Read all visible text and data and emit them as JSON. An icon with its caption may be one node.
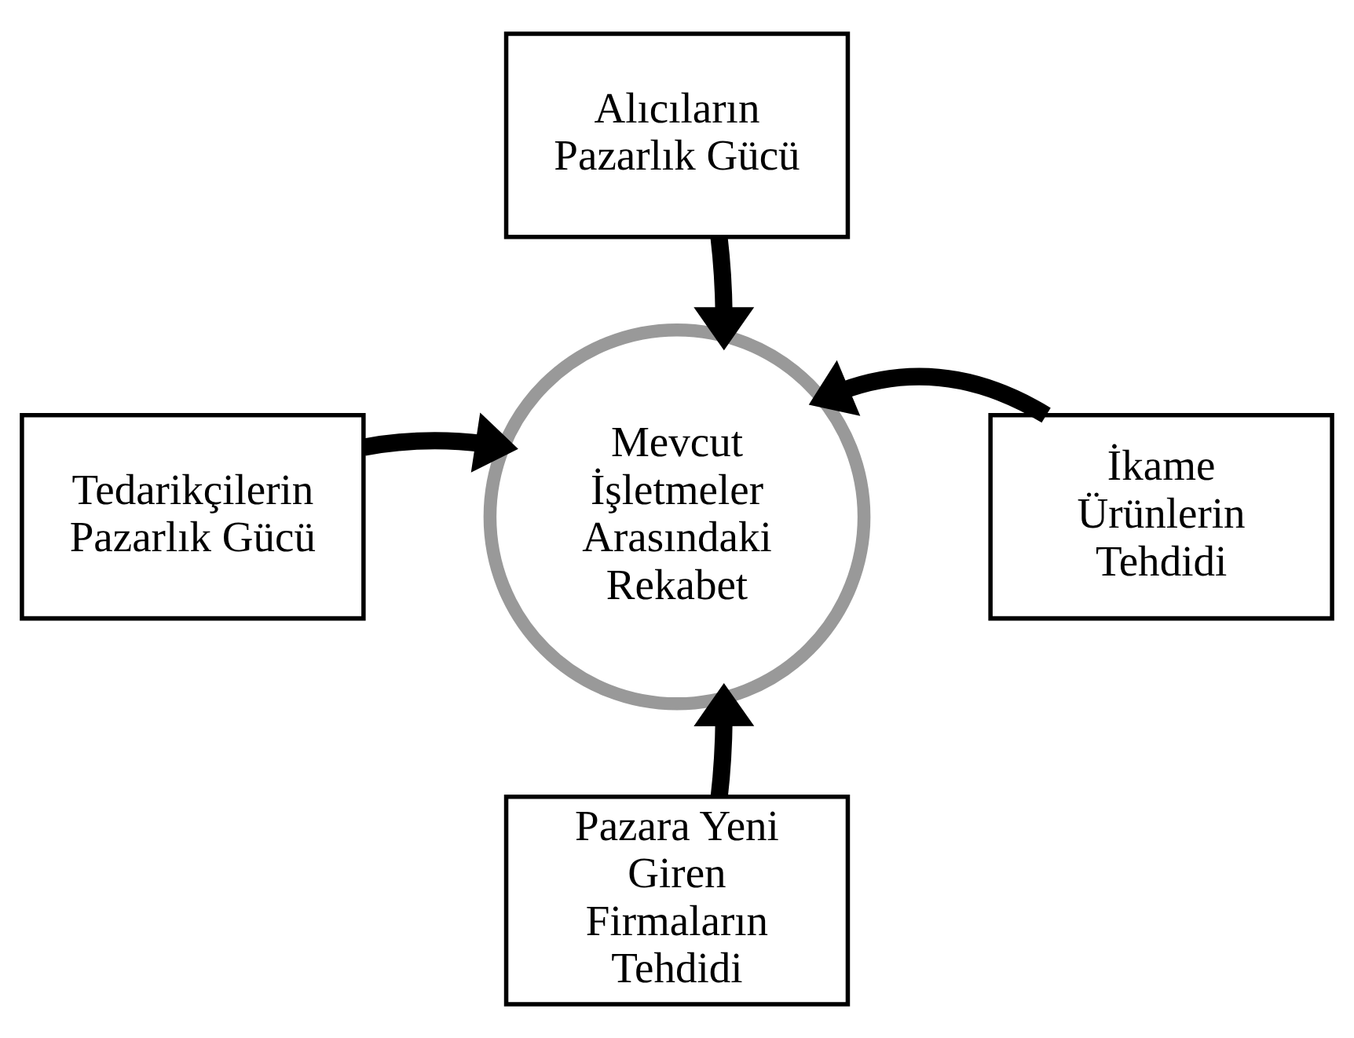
{
  "diagram": {
    "nodes": [
      {
        "text": [
          "Alıcıların Pazarlık Gücü"
        ]
      },
      {
        "text": [
          "Tedarikçilerin Pazarlık Gücü"
        ]
      },
      {
        "text": [
          "Mevcut İşletmeler Arasındaki Rekabet"
        ]
      },
      {
        "text": [
          "İkame Ürünlerin Tehdidi"
        ]
      },
      {
        "text": [
          "Pazara Yeni Giren Firmaların Tehdidi"
        ]
      }
    ],
    "edges": [
      {
        "from": 0,
        "to": 2,
        "arrow": "to"
      },
      {
        "from": 1,
        "to": 2,
        "arrow": "to"
      },
      {
        "from": 3,
        "to": 2,
        "arrow": "to"
      },
      {
        "from": 4,
        "to": 2,
        "arrow": "to"
      }
    ]
  }
}
